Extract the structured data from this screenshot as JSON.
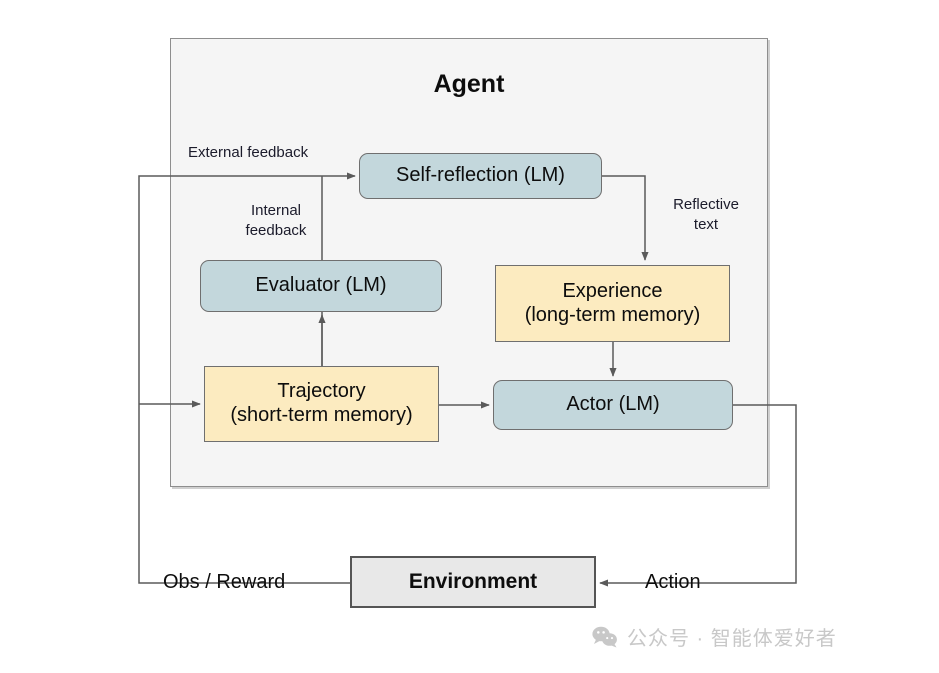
{
  "diagram": {
    "title": "Agent",
    "container_label": "Agent"
  },
  "nodes": {
    "self_reflection": {
      "label": "Self-reflection (LM)",
      "kind": "lm"
    },
    "evaluator": {
      "label": "Evaluator (LM)",
      "kind": "lm"
    },
    "actor": {
      "label": "Actor (LM)",
      "kind": "lm"
    },
    "experience": {
      "line1": "Experience",
      "line2": "(long-term memory)",
      "kind": "memory"
    },
    "trajectory": {
      "line1": "Trajectory",
      "line2": "(short-term memory)",
      "kind": "memory"
    },
    "environment": {
      "label": "Environment",
      "kind": "environment"
    }
  },
  "edge_labels": {
    "external_feedback": "External feedback",
    "internal_feedback_line1": "Internal",
    "internal_feedback_line2": "feedback",
    "reflective_text_line1": "Reflective",
    "reflective_text_line2": "text",
    "obs_reward": "Obs / Reward",
    "action": "Action"
  },
  "watermark": {
    "icon": "wechat-icon",
    "text": "公众号 · 智能体爱好者"
  },
  "colors": {
    "lm_fill": "#c3d7dc",
    "memory_fill": "#fcebc0",
    "environment_fill": "#e8e8e8",
    "agent_fill": "#f5f5f5",
    "stroke": "#6f6f6f",
    "text": "#0d0d0d",
    "watermark": "#c8c8c8"
  }
}
